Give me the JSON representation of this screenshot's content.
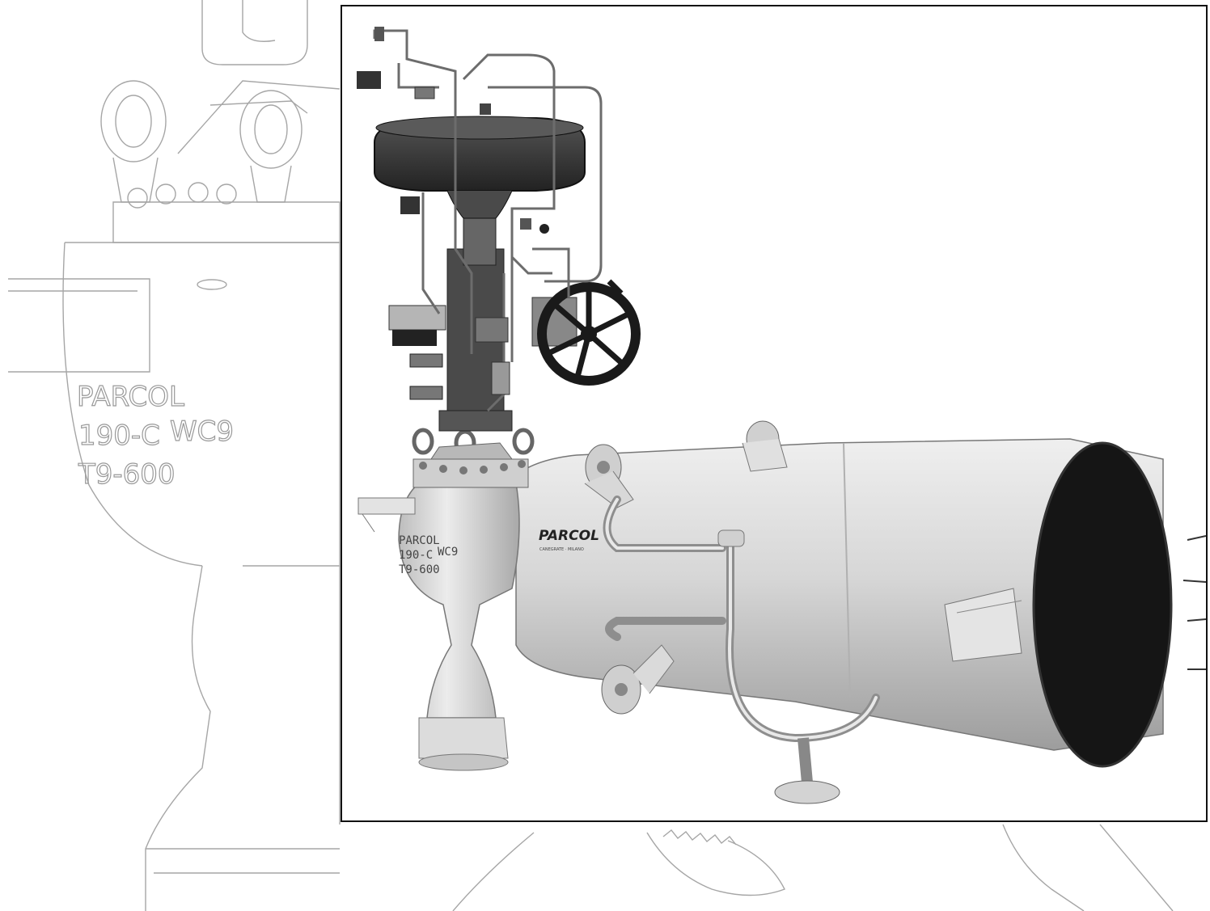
{
  "background_sketch": {
    "cast_lines": [
      "PARCOL",
      "190-C",
      "T9-600"
    ],
    "material": "WC9"
  },
  "photo": {
    "brand": "PARCOL",
    "brand_sub": "CANEGRATE · MILANO",
    "cast_lines": [
      "PARCOL",
      "190-C",
      "T9-600"
    ],
    "material": "WC9"
  },
  "colors": {
    "body": "#d9d9d9",
    "body_shadow": "#a8a8a8",
    "actuator": "#3a3a3a",
    "cone_inside": "#141414",
    "sketch_line": "#9a9a9a"
  }
}
